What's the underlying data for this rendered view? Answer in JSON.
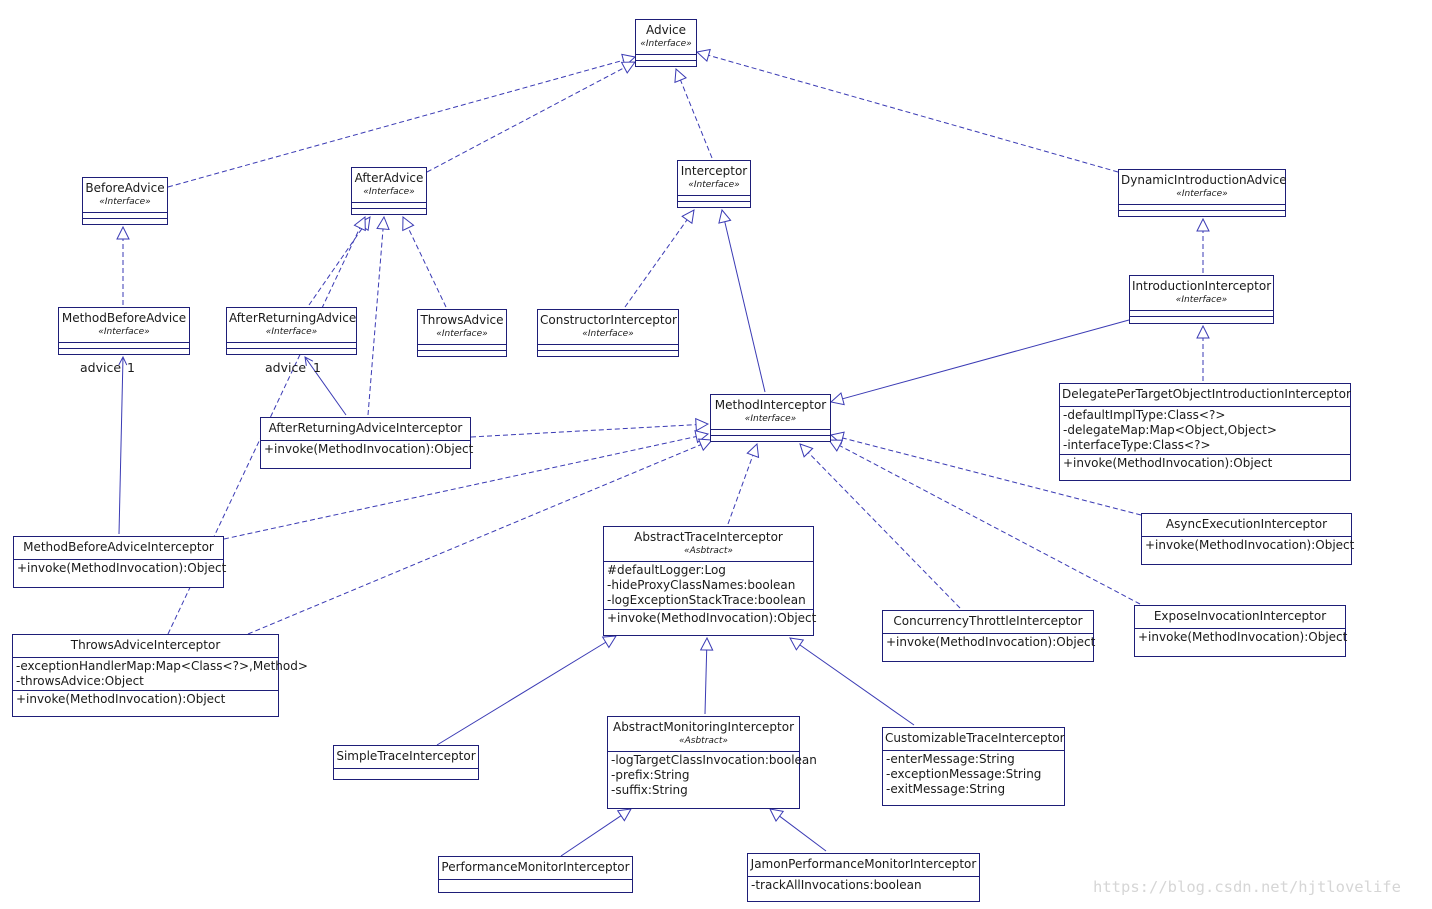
{
  "classes": {
    "advice": {
      "name": "Advice",
      "stereotype": "«Interface»"
    },
    "before_advice": {
      "name": "BeforeAdvice",
      "stereotype": "«Interface»"
    },
    "after_advice": {
      "name": "AfterAdvice",
      "stereotype": "«Interface»"
    },
    "interceptor": {
      "name": "Interceptor",
      "stereotype": "«Interface»"
    },
    "dynamic_introduction_advice": {
      "name": "DynamicIntroductionAdvice",
      "stereotype": "«Interface»"
    },
    "method_before_advice": {
      "name": "MethodBeforeAdvice",
      "stereotype": "«Interface»"
    },
    "after_returning_advice": {
      "name": "AfterReturningAdvice",
      "stereotype": "«Interface»"
    },
    "throws_advice": {
      "name": "ThrowsAdvice",
      "stereotype": "«Interface»"
    },
    "constructor_interceptor": {
      "name": "ConstructorInterceptor",
      "stereotype": "«Interface»"
    },
    "introduction_interceptor": {
      "name": "IntroductionInterceptor",
      "stereotype": "«Interface»"
    },
    "method_interceptor": {
      "name": "MethodInterceptor",
      "stereotype": "«Interface»"
    },
    "delegate_per_target": {
      "name": "DelegatePerTargetObjectIntroductionInterceptor",
      "attributes": [
        "-defaultImplType:Class<?>",
        "-delegateMap:Map<Object,Object>",
        "-interfaceType:Class<?>"
      ],
      "operations": [
        "+invoke(MethodInvocation):Object"
      ]
    },
    "after_returning_advice_interceptor": {
      "name": "AfterReturningAdviceInterceptor",
      "operations": [
        "+invoke(MethodInvocation):Object"
      ]
    },
    "method_before_advice_interceptor": {
      "name": "MethodBeforeAdviceInterceptor",
      "operations": [
        "+invoke(MethodInvocation):Object"
      ]
    },
    "abstract_trace_interceptor": {
      "name": "AbstractTraceInterceptor",
      "stereotype": "«Asbtract»",
      "attributes": [
        "#defaultLogger:Log",
        "-hideProxyClassNames:boolean",
        "-logExceptionStackTrace:boolean"
      ],
      "operations": [
        "+invoke(MethodInvocation):Object"
      ]
    },
    "async_execution_interceptor": {
      "name": "AsyncExecutionInterceptor",
      "operations": [
        "+invoke(MethodInvocation):Object"
      ]
    },
    "throws_advice_interceptor": {
      "name": "ThrowsAdviceInterceptor",
      "attributes": [
        "-exceptionHandlerMap:Map<Class<?>,Method>",
        "-throwsAdvice:Object"
      ],
      "operations": [
        "+invoke(MethodInvocation):Object"
      ]
    },
    "concurrency_throttle_interceptor": {
      "name": "ConcurrencyThrottleInterceptor",
      "operations": [
        "+invoke(MethodInvocation):Object"
      ]
    },
    "expose_invocation_interceptor": {
      "name": "ExposeInvocationInterceptor",
      "operations": [
        "+invoke(MethodInvocation):Object"
      ]
    },
    "simple_trace_interceptor": {
      "name": "SimpleTraceInterceptor"
    },
    "abstract_monitoring_interceptor": {
      "name": "AbstractMonitoringInterceptor",
      "stereotype": "«Asbtract»",
      "attributes": [
        "-logTargetClassInvocation:boolean",
        "-prefix:String",
        "-suffix:String"
      ]
    },
    "customizable_trace_interceptor": {
      "name": "CustomizableTraceInterceptor",
      "attributes": [
        "-enterMessage:String",
        "-exceptionMessage:String",
        "-exitMessage:String"
      ]
    },
    "performance_monitor_interceptor": {
      "name": "PerformanceMonitorInterceptor"
    },
    "jamon_performance_monitor_interceptor": {
      "name": "JamonPerformanceMonitorInterceptor",
      "attributes": [
        "-trackAllInvocations:boolean"
      ]
    }
  },
  "associations": [
    {
      "label": "advice",
      "multiplicity": "1"
    },
    {
      "label": "advice",
      "multiplicity": "1"
    }
  ],
  "relationships": [
    {
      "from": "before_advice",
      "to": "advice",
      "kind": "realization"
    },
    {
      "from": "after_advice",
      "to": "advice",
      "kind": "realization"
    },
    {
      "from": "interceptor",
      "to": "advice",
      "kind": "realization"
    },
    {
      "from": "dynamic_introduction_advice",
      "to": "advice",
      "kind": "realization"
    },
    {
      "from": "method_before_advice",
      "to": "before_advice",
      "kind": "realization"
    },
    {
      "from": "after_returning_advice",
      "to": "after_advice",
      "kind": "realization"
    },
    {
      "from": "throws_advice",
      "to": "after_advice",
      "kind": "realization"
    },
    {
      "from": "after_returning_advice_interceptor",
      "to": "after_advice",
      "kind": "realization"
    },
    {
      "from": "throws_advice_interceptor",
      "to": "after_advice",
      "kind": "realization"
    },
    {
      "from": "constructor_interceptor",
      "to": "interceptor",
      "kind": "realization"
    },
    {
      "from": "method_interceptor",
      "to": "interceptor",
      "kind": "generalization"
    },
    {
      "from": "introduction_interceptor",
      "to": "dynamic_introduction_advice",
      "kind": "realization"
    },
    {
      "from": "introduction_interceptor",
      "to": "method_interceptor",
      "kind": "generalization"
    },
    {
      "from": "delegate_per_target",
      "to": "introduction_interceptor",
      "kind": "realization"
    },
    {
      "from": "after_returning_advice_interceptor",
      "to": "method_interceptor",
      "kind": "realization"
    },
    {
      "from": "method_before_advice_interceptor",
      "to": "method_interceptor",
      "kind": "realization"
    },
    {
      "from": "throws_advice_interceptor",
      "to": "method_interceptor",
      "kind": "realization"
    },
    {
      "from": "abstract_trace_interceptor",
      "to": "method_interceptor",
      "kind": "realization"
    },
    {
      "from": "concurrency_throttle_interceptor",
      "to": "method_interceptor",
      "kind": "realization"
    },
    {
      "from": "async_execution_interceptor",
      "to": "method_interceptor",
      "kind": "realization"
    },
    {
      "from": "expose_invocation_interceptor",
      "to": "method_interceptor",
      "kind": "realization"
    },
    {
      "from": "simple_trace_interceptor",
      "to": "abstract_trace_interceptor",
      "kind": "generalization"
    },
    {
      "from": "abstract_monitoring_interceptor",
      "to": "abstract_trace_interceptor",
      "kind": "generalization"
    },
    {
      "from": "customizable_trace_interceptor",
      "to": "abstract_trace_interceptor",
      "kind": "generalization"
    },
    {
      "from": "performance_monitor_interceptor",
      "to": "abstract_monitoring_interceptor",
      "kind": "generalization"
    },
    {
      "from": "jamon_performance_monitor_interceptor",
      "to": "abstract_monitoring_interceptor",
      "kind": "generalization"
    },
    {
      "from": "method_before_advice_interceptor",
      "to": "method_before_advice",
      "kind": "association"
    },
    {
      "from": "after_returning_advice_interceptor",
      "to": "after_returning_advice",
      "kind": "association"
    }
  ],
  "colors": {
    "line": "#3a3ab4",
    "border": "#1e1e78",
    "text": "#1a1a1a",
    "watermark": "#d6d6d6"
  },
  "watermark": "https://blog.csdn.net/hjtlovelife"
}
